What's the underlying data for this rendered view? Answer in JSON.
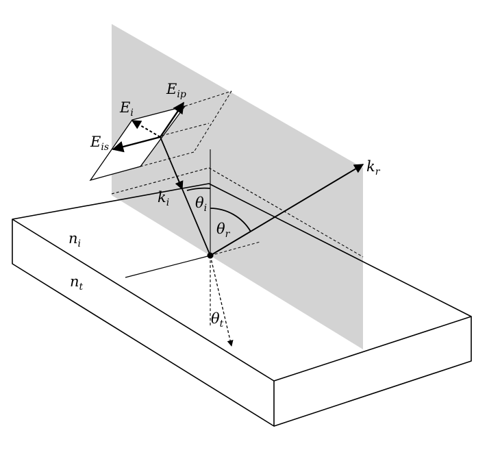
{
  "figure": {
    "labels": {
      "E_i": {
        "main": "E",
        "sub": "i"
      },
      "E_ip": {
        "main": "E",
        "sub": "ip"
      },
      "E_is": {
        "main": "E",
        "sub": "is"
      },
      "k_i": {
        "main": "k",
        "sub": "i"
      },
      "k_r": {
        "main": "k",
        "sub": "r"
      },
      "theta_i": {
        "main": "θ",
        "sub": "i"
      },
      "theta_r": {
        "main": "θ",
        "sub": "r"
      },
      "theta_t": {
        "main": "θ",
        "sub": "t"
      },
      "n_i": {
        "main": "n",
        "sub": "i"
      },
      "n_t": {
        "main": "n",
        "sub": "t"
      }
    },
    "colors": {
      "plane_of_incidence": "#d3d3d3",
      "lines": "#000000",
      "background": "#ffffff"
    }
  }
}
